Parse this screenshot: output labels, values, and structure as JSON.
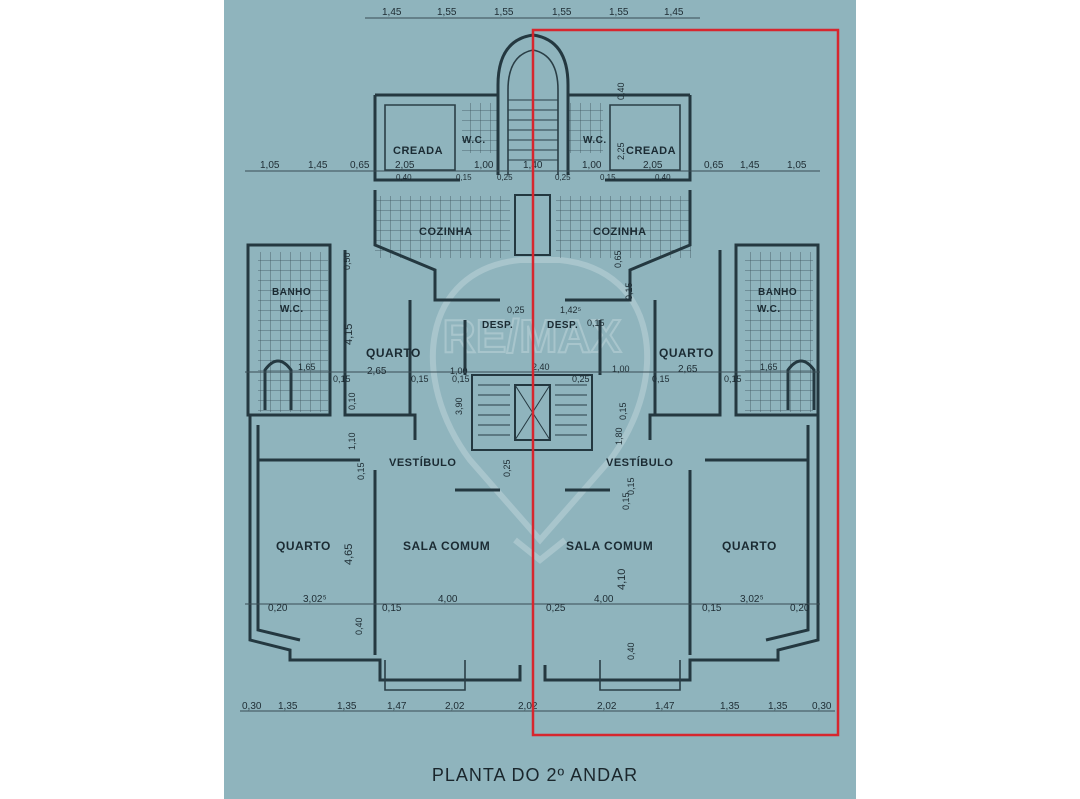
{
  "title": "PLANTA DO 2º ANDAR",
  "colors": {
    "paper": "#8fb4bd",
    "ink": "#243840",
    "highlight": "#d7262e",
    "background": "#ffffff"
  },
  "watermark": "RE/MAX",
  "rooms": {
    "left": {
      "creada": "CREADA",
      "wc_top": "W.C.",
      "cozinha": "COZINHA",
      "banho": "BANHO",
      "banho_wc": "W.C.",
      "quarto_upper": "QUARTO",
      "desp": "DESP.",
      "vestibulo": "VESTÍBULO",
      "quarto_lower": "QUARTO",
      "sala": "SALA COMUM"
    },
    "right": {
      "creada": "CREADA",
      "wc_top": "W.C.",
      "cozinha": "COZINHA",
      "banho": "BANHO",
      "banho_wc": "W.C.",
      "quarto_upper": "QUARTO",
      "desp": "DESP.",
      "vestibulo": "VESTÍBULO",
      "quarto_lower": "QUARTO",
      "sala": "SALA COMUM"
    }
  },
  "dimensions": {
    "top": [
      "1,45",
      "1,55",
      "1,55",
      "1,55",
      "1,55",
      "1,45"
    ],
    "upper_row": [
      "1,05",
      "1,45",
      "0,65",
      "2,05",
      "1,00",
      "1,40",
      "1,00",
      "2,05",
      "0,65",
      "1,45",
      "1,05"
    ],
    "upper_row_small": [
      "0,40",
      "0,15",
      "0,25",
      "0,25",
      "0,15",
      "0,40"
    ],
    "vertical": [
      "0,40",
      "2,25"
    ],
    "kitchen": [
      "0,50",
      "0,65",
      "0,15",
      "4,15",
      "0,25",
      "1,42⁵",
      "0,15"
    ],
    "mid_row": [
      "1,65",
      "0,15",
      "2,65",
      "0,15",
      "1,00",
      "0,15",
      "2,40",
      "0,25",
      "1,00",
      "0,15",
      "2,65",
      "0,15",
      "1,65"
    ],
    "mid_vert": [
      "0,10",
      "1,10",
      "0,15",
      "3,90",
      "0,25",
      "0,15",
      "1,80",
      "0,15",
      "0,15",
      "4,65",
      "4,10",
      "0,40",
      "0,40"
    ],
    "lower_row": [
      "0,20",
      "3,02⁵",
      "0,15",
      "4,00",
      "0,25",
      "4,00",
      "0,15",
      "3,02⁵",
      "0,20"
    ],
    "bottom": [
      "0,30",
      "1,35",
      "1,35",
      "1,47",
      "2,02",
      "2,02",
      "2,02",
      "1,47",
      "1,35",
      "1,35",
      "0,30"
    ]
  }
}
